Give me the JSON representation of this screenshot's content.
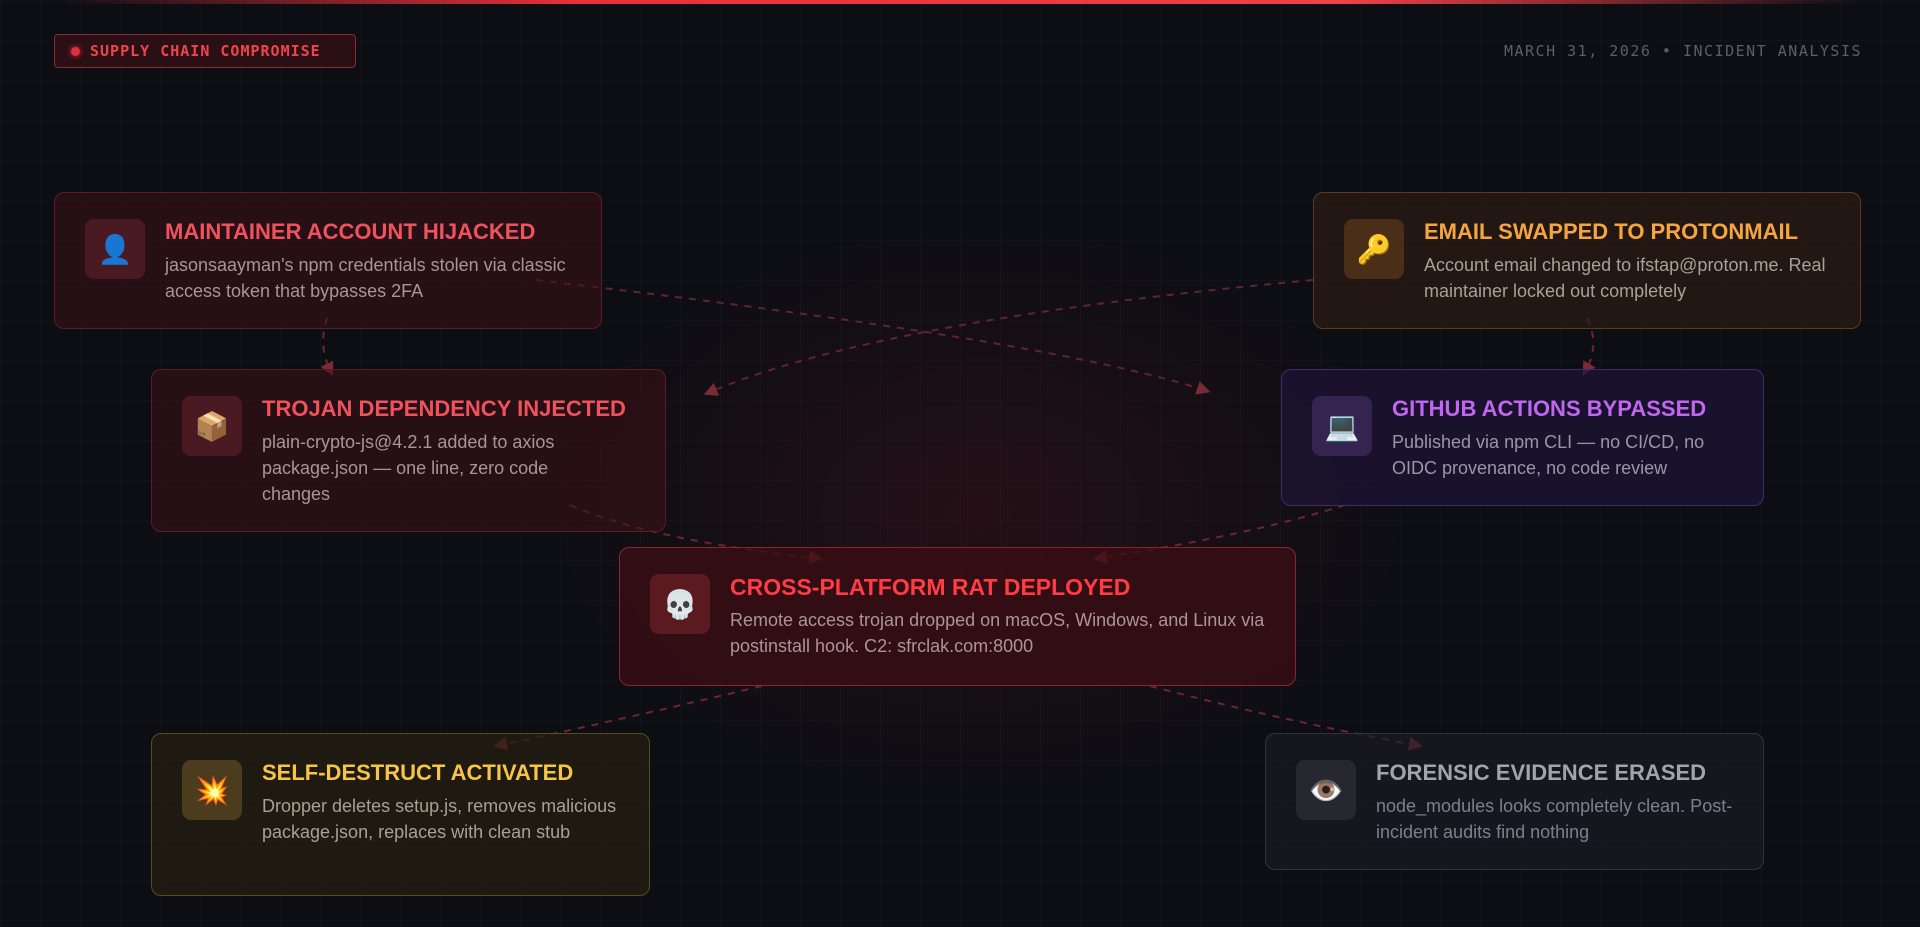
{
  "header": {
    "tag_label": "SUPPLY CHAIN COMPROMISE",
    "dateline": "MARCH 31, 2026 • INCIDENT ANALYSIS"
  },
  "colors": {
    "accent_red": "#f0525c",
    "amber": "#f5a540",
    "purple": "#c066f0",
    "core_red": "#ff3c44",
    "gold": "#f7c445",
    "gray": "#a2a4ac",
    "connector": "#7a2a32"
  },
  "cards": [
    {
      "id": "maintainer",
      "icon": "user-bust-icon",
      "glyph": "👤",
      "title": "MAINTAINER ACCOUNT HIJACKED",
      "description": "jasonsaayman's npm credentials stolen via classic access token that bypasses 2FA"
    },
    {
      "id": "email",
      "icon": "key-icon",
      "glyph": "🔑",
      "title": "EMAIL SWAPPED TO PROTONMAIL",
      "description": "Account email changed to ifstap@proton.me. Real maintainer locked out completely"
    },
    {
      "id": "trojan",
      "icon": "package-icon",
      "glyph": "📦",
      "title": "TROJAN DEPENDENCY INJECTED",
      "description": "plain-crypto-js@4.2.1 added to axios package.json — one line, zero code changes"
    },
    {
      "id": "github",
      "icon": "laptop-icon",
      "glyph": "💻",
      "title": "GITHUB ACTIONS BYPASSED",
      "description": "Published via npm CLI — no CI/CD, no OIDC provenance, no code review"
    },
    {
      "id": "rat",
      "icon": "skull-icon",
      "glyph": "💀",
      "title": "CROSS-PLATFORM RAT DEPLOYED",
      "description": "Remote access trojan dropped on macOS, Windows, and Linux via postinstall hook. C2: sfrclak.com:8000"
    },
    {
      "id": "selfdestruct",
      "icon": "explosion-icon",
      "glyph": "💥",
      "title": "SELF-DESTRUCT ACTIVATED",
      "description": "Dropper deletes setup.js, removes malicious package.json, replaces with clean stub"
    },
    {
      "id": "forensic",
      "icon": "eye-icon",
      "glyph": "👁️",
      "title": "FORENSIC EVIDENCE ERASED",
      "description": "node_modules looks completely clean. Post-incident audits find nothing"
    }
  ]
}
